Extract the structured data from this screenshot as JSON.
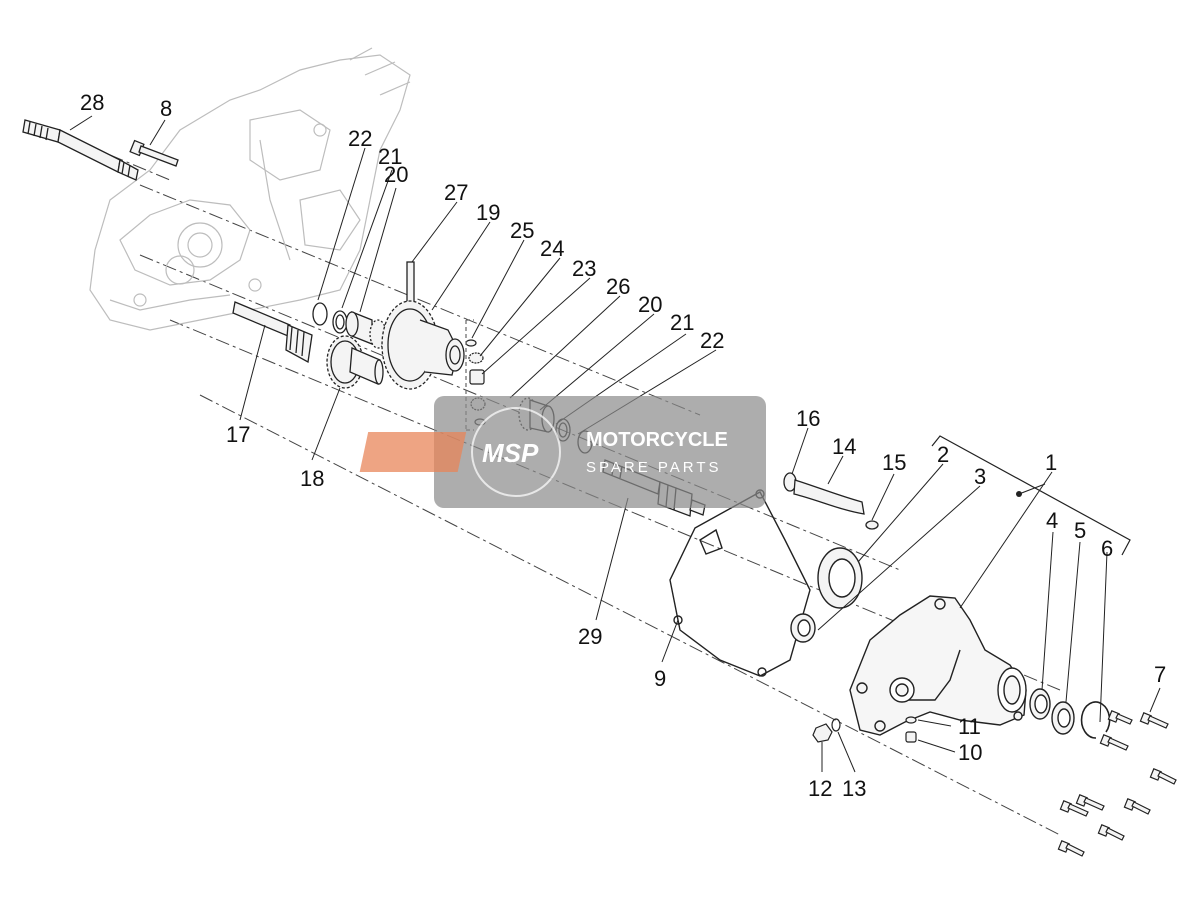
{
  "diagram": {
    "part_numbers": [
      "1",
      "2",
      "3",
      "4",
      "5",
      "6",
      "7",
      "8",
      "9",
      "10",
      "11",
      "12",
      "13",
      "14",
      "15",
      "16",
      "17",
      "18",
      "19",
      "20",
      "21",
      "22",
      "23",
      "24",
      "25",
      "26",
      "27",
      "28",
      "29"
    ],
    "callouts": [
      {
        "id": "c28",
        "label": "28"
      },
      {
        "id": "c8",
        "label": "8"
      },
      {
        "id": "c22a",
        "label": "22"
      },
      {
        "id": "c21a",
        "label": "21"
      },
      {
        "id": "c20a",
        "label": "20"
      },
      {
        "id": "c27",
        "label": "27"
      },
      {
        "id": "c19",
        "label": "19"
      },
      {
        "id": "c25",
        "label": "25"
      },
      {
        "id": "c24",
        "label": "24"
      },
      {
        "id": "c23",
        "label": "23"
      },
      {
        "id": "c26",
        "label": "26"
      },
      {
        "id": "c20b",
        "label": "20"
      },
      {
        "id": "c21b",
        "label": "21"
      },
      {
        "id": "c22b",
        "label": "22"
      },
      {
        "id": "c17",
        "label": "17"
      },
      {
        "id": "c18",
        "label": "18"
      },
      {
        "id": "c16",
        "label": "16"
      },
      {
        "id": "c14",
        "label": "14"
      },
      {
        "id": "c15",
        "label": "15"
      },
      {
        "id": "c2",
        "label": "2"
      },
      {
        "id": "c3",
        "label": "3"
      },
      {
        "id": "c1",
        "label": "1"
      },
      {
        "id": "c4",
        "label": "4"
      },
      {
        "id": "c5",
        "label": "5"
      },
      {
        "id": "c6",
        "label": "6"
      },
      {
        "id": "c29",
        "label": "29"
      },
      {
        "id": "c9",
        "label": "9"
      },
      {
        "id": "c7",
        "label": "7"
      },
      {
        "id": "c11",
        "label": "11"
      },
      {
        "id": "c10",
        "label": "10"
      },
      {
        "id": "c12",
        "label": "12"
      },
      {
        "id": "c13",
        "label": "13"
      }
    ]
  },
  "watermark": {
    "logo_text": "MSP",
    "line1": "MOTORCYCLE",
    "line2": "SPARE PARTS",
    "background_color": "#8a8a8a",
    "logo_color": "#e8865a"
  },
  "colors": {
    "line": "#222222",
    "faint_line": "#b8b8b8",
    "part_fill": "#f4f4f4"
  }
}
